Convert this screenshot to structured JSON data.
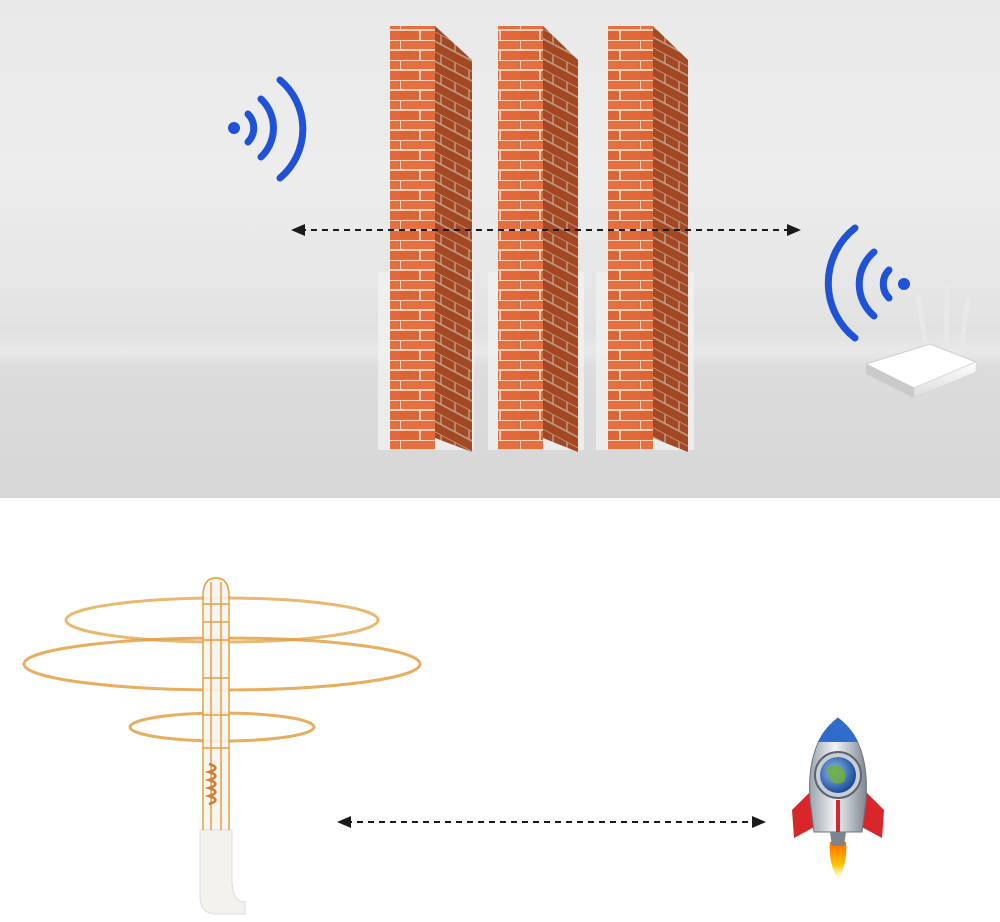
{
  "colors": {
    "brick": "#e0693a",
    "brick_dark": "#b8502a",
    "mortar": "#f3cdb6",
    "wifi_blue": "#1f52d6",
    "antenna_gold": "#e2a042",
    "antenna_body": "#f4f2ee",
    "arrow": "#1a1a1a"
  },
  "icons": {
    "wifi_source": "wifi-signal-icon",
    "wifi_router": "wifi-signal-icon",
    "router": "wireless-router",
    "antenna": "usb-wifi-antenna",
    "rocket": "rocket-icon"
  },
  "scene": {
    "wall_count": 3,
    "top_arrow": "bidirectional-dashed-arrow",
    "bottom_arrow": "bidirectional-dashed-arrow"
  }
}
